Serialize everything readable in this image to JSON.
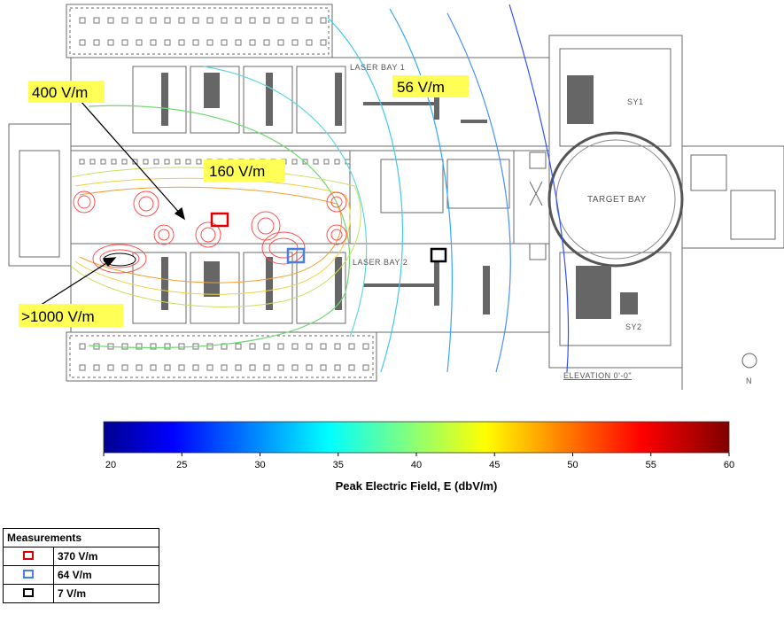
{
  "plan_labels": {
    "laser_bay_1": "LASER BAY 1",
    "laser_bay_2": "LASER BAY 2",
    "target_bay": "TARGET BAY",
    "sy1": "SY1",
    "sy2": "SY2",
    "elevation": "ELEVATION 0'-0\"",
    "north": "N"
  },
  "callouts": {
    "v400": "400 V/m",
    "v56": "56 V/m",
    "v160": "160 V/m",
    "v1000": ">1000 V/m"
  },
  "colorbar": {
    "title": "Peak Electric Field, E (dbV/m)",
    "ticks": [
      "20",
      "25",
      "30",
      "35",
      "40",
      "45",
      "50",
      "55",
      "60"
    ],
    "range": [
      20,
      60
    ],
    "colors": [
      "#00008f",
      "#0000ff",
      "#00ffff",
      "#ffff00",
      "#ff0000",
      "#800000"
    ]
  },
  "legend": {
    "title": "Measurements",
    "rows": [
      {
        "color": "#e00000",
        "value": "370 V/m"
      },
      {
        "color": "#4a7fe0",
        "value": "64 V/m"
      },
      {
        "color": "#000000",
        "value": "7 V/m"
      }
    ]
  }
}
